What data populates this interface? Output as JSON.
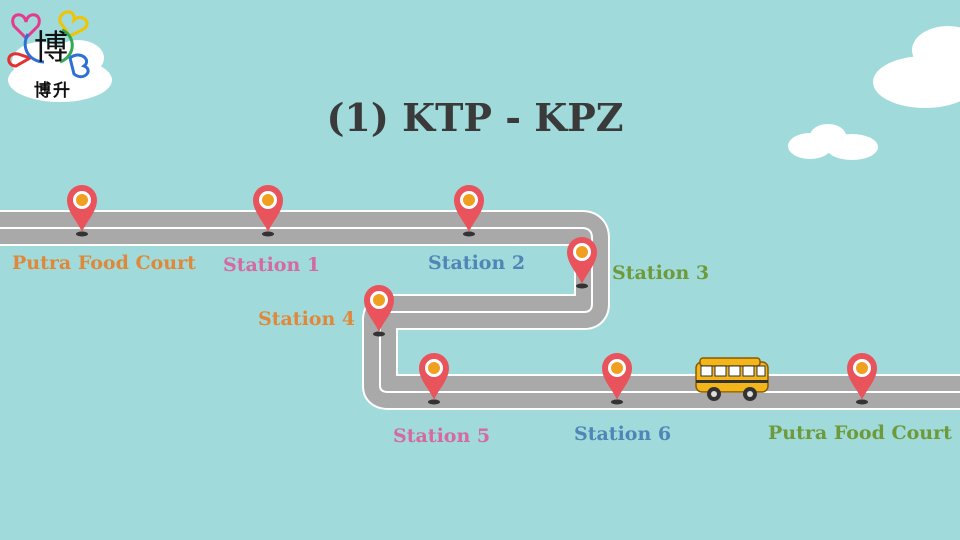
{
  "title": "(1) KTP - KPZ",
  "logo": {
    "big_char": "博",
    "text": "博升"
  },
  "stops": [
    {
      "label": "Putra Food Court",
      "color": "#e0883a"
    },
    {
      "label": "Station 1",
      "color": "#d46aa0"
    },
    {
      "label": "Station 2",
      "color": "#4f86b6"
    },
    {
      "label": "Station 3",
      "color": "#6e9a3a"
    },
    {
      "label": "Station 4",
      "color": "#e0883a"
    },
    {
      "label": "Station 5",
      "color": "#d46aa0"
    },
    {
      "label": "Station 6",
      "color": "#4f86b6"
    },
    {
      "label": "Putra Food Court",
      "color": "#6e9a3a"
    }
  ],
  "colors": {
    "background": "#a0dadb",
    "road": "#a9a9a9",
    "pin": "#e9535c",
    "pin_center": "#f0a020"
  }
}
